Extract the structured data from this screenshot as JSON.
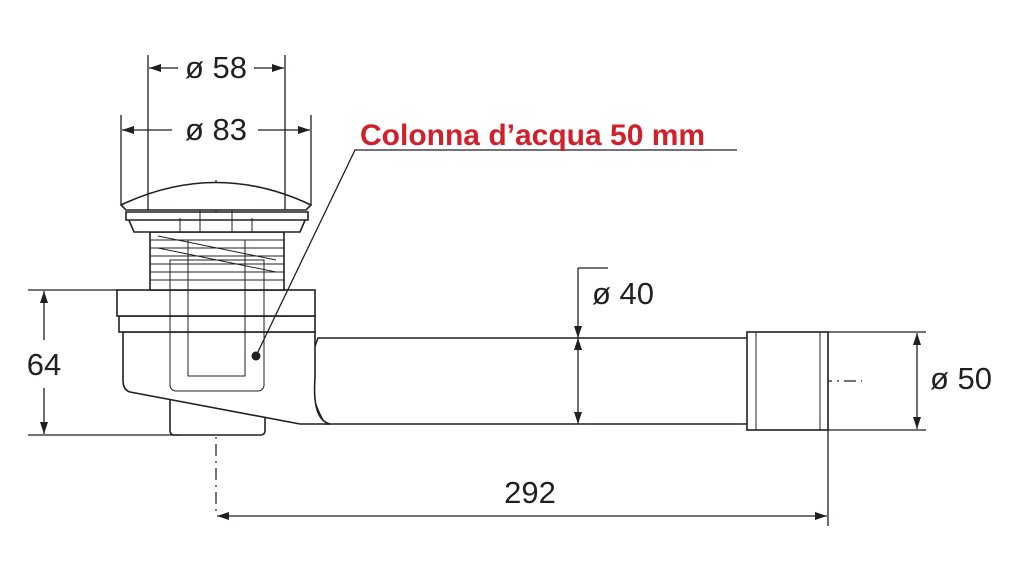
{
  "labels": {
    "d58": "ø 58",
    "d83": "ø 83",
    "water_column": "Colonna d’acqua 50 mm",
    "d40": "ø 40",
    "d50": "ø 50",
    "height": "64",
    "length": "292"
  },
  "colors": {
    "line": "#231f20",
    "highlight": "#d0202b"
  }
}
